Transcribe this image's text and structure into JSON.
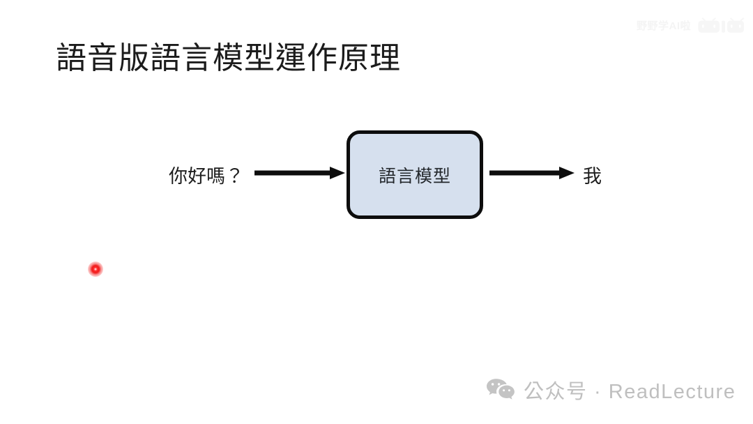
{
  "slide": {
    "title": "語音版語言模型運作原理",
    "background_color": "#ffffff"
  },
  "diagram": {
    "type": "flow",
    "input_label": "你好嗎？",
    "model_box_label": "語言模型",
    "output_label": "我",
    "arrow_in_name": "arrow-input-to-model",
    "arrow_out_name": "arrow-model-to-output",
    "box_fill_color": "#d6e0ee",
    "box_border_color": "#0d0d0d",
    "arrow_color": "#0d0d0d"
  },
  "pointer": {
    "type": "laser-dot",
    "color": "#f01a1a"
  },
  "watermarks": {
    "top_right": {
      "text": "野野学AI啦",
      "brand": "bilibili",
      "color": "#f4f4f4"
    },
    "bottom_right": {
      "icon": "wechat-icon",
      "text": "公众号 · ReadLecture",
      "color": "#bfbfbf"
    }
  }
}
